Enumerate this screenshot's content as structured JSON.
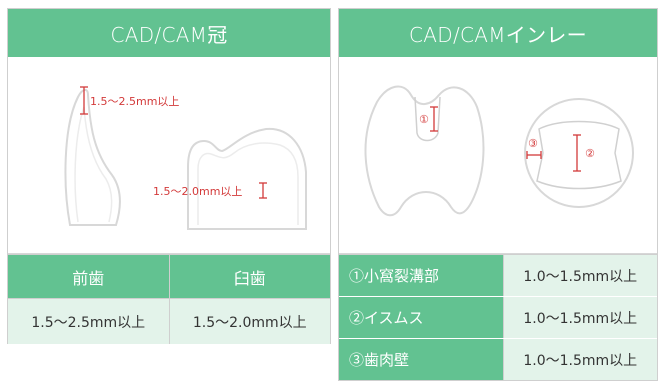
{
  "crown": {
    "title": "CAD/CAM冠",
    "anterior_thickness": "1.5～2.5mm以上",
    "molar_thickness": "1.5～2.0mm以上",
    "table": {
      "headers": [
        "前歯",
        "臼歯"
      ],
      "values": [
        "1.5～2.5mm以上",
        "1.5～2.0mm以上"
      ]
    }
  },
  "inlay": {
    "title": "CAD/CAMインレー",
    "markers": [
      "①",
      "②",
      "③"
    ],
    "rows": [
      {
        "label": "①小窩裂溝部",
        "value": "1.0～1.5mm以上"
      },
      {
        "label": "②イスムス",
        "value": "1.0～1.5mm以上"
      },
      {
        "label": "③歯肉壁",
        "value": "1.0～1.5mm以上"
      }
    ]
  },
  "colors": {
    "header": "#62c291",
    "cell": "#e3f3ea",
    "accent": "#d33a3a",
    "outline": "#cfcfcf"
  }
}
